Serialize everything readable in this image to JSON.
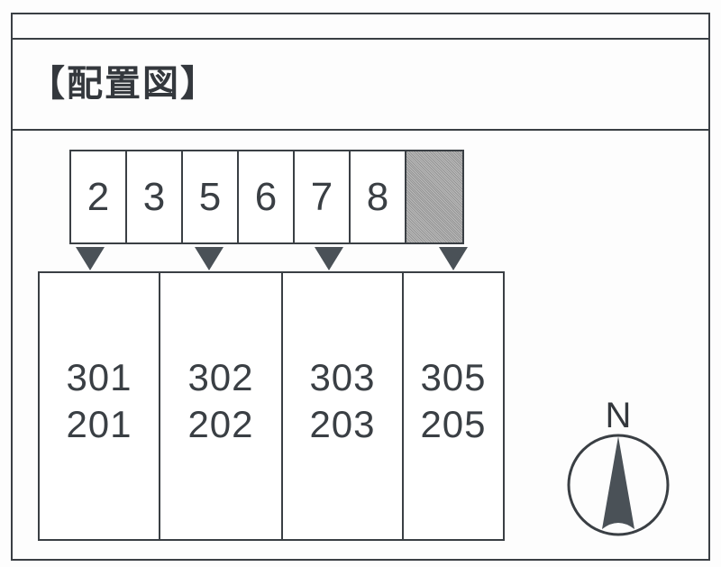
{
  "document": {
    "title": "【配置図】",
    "header_strip_text": ""
  },
  "parking": {
    "label": "parking-spaces",
    "cells": [
      {
        "number": "2",
        "shaded": false
      },
      {
        "number": "3",
        "shaded": false
      },
      {
        "number": "5",
        "shaded": false
      },
      {
        "number": "6",
        "shaded": false
      },
      {
        "number": "7",
        "shaded": false
      },
      {
        "number": "8",
        "shaded": false
      },
      {
        "number": "",
        "shaded": true
      }
    ],
    "shaded_color": "#9d9d9d"
  },
  "arrows": {
    "symbol": "▼",
    "count": 4,
    "color": "#4a5157",
    "positions_x": [
      100,
      232,
      365,
      503
    ]
  },
  "building": {
    "units": [
      {
        "upper": "301",
        "lower": "201",
        "width": 134
      },
      {
        "upper": "302",
        "lower": "202",
        "width": 136
      },
      {
        "upper": "303",
        "lower": "203",
        "width": 134
      },
      {
        "upper": "305",
        "lower": "205",
        "width": 110
      }
    ]
  },
  "compass": {
    "label": "N",
    "needle_color": "#4a5157",
    "ring_color": "#3a3f44"
  },
  "colors": {
    "ink": "#3a3f44",
    "paper": "#fdfdfd",
    "shade": "#9d9d9d"
  }
}
